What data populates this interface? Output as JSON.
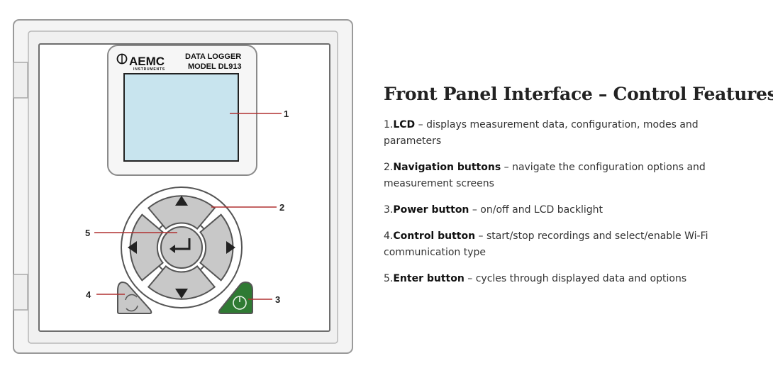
{
  "device": {
    "brand": "AEMC",
    "brand_sub": "INSTRUMENTS",
    "product_line1": "DATA LOGGER",
    "product_line2": "MODEL DL913",
    "callouts": [
      "1",
      "2",
      "3",
      "4",
      "5"
    ],
    "icons": {
      "up": "triangle-up-icon",
      "down": "triangle-down-icon",
      "left": "triangle-left-icon",
      "right": "triangle-right-icon",
      "enter": "enter-return-icon",
      "power": "power-icon",
      "control": "cycle-arrows-icon"
    },
    "colors": {
      "lcd": "#c8e4ee",
      "button": "#c8c8c8",
      "power_button": "#2f7a33",
      "callout_line": "#b03030"
    }
  },
  "panel": {
    "title": "Front Panel Interface – Control Features",
    "items": [
      {
        "num": "1.",
        "name": "LCD",
        "desc": " – displays measurement data, configuration, modes and parameters"
      },
      {
        "num": "2.",
        "name": "Navigation buttons",
        "desc": " – navigate the configuration options and measurement screens"
      },
      {
        "num": "3.",
        "name": "Power button",
        "desc": " – on/off and LCD backlight"
      },
      {
        "num": "4.",
        "name": "Control button",
        "desc": " – start/stop recordings and select/enable Wi-Fi communication type"
      },
      {
        "num": "5.",
        "name": "Enter button",
        "desc": " – cycles through displayed data and options"
      }
    ]
  }
}
